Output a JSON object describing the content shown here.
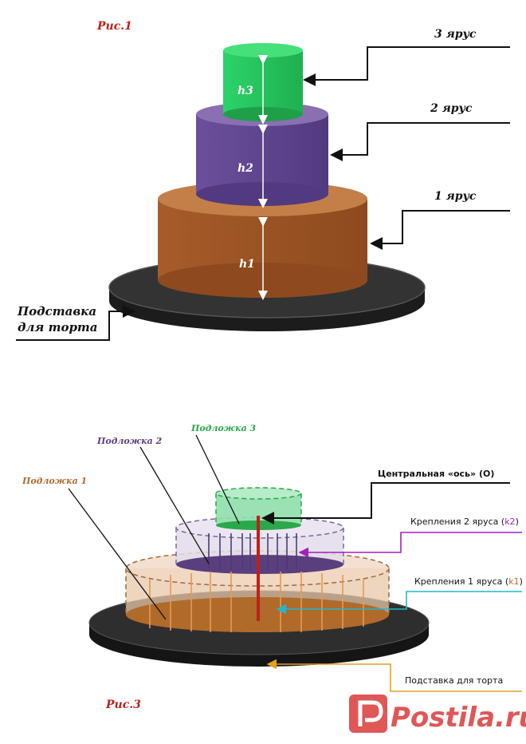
{
  "figure1": {
    "caption": "Рис.1",
    "tier3_label": "3 ярус",
    "tier2_label": "2 ярус",
    "tier1_label": "1 ярус",
    "h3": "h3",
    "h2": "h2",
    "h1": "h1",
    "stand_label_line1": "Подставка",
    "stand_label_line2": "для торта",
    "colors": {
      "tier3": "#2ecc5a",
      "tier2": "#6a4e9a",
      "tier1": "#a0582a",
      "stand": "#2b2b2b"
    }
  },
  "figure3": {
    "caption": "Рис.3",
    "board3_label": "Подложка 3",
    "board2_label": "Подложка 2",
    "board1_label": "Подложка 1",
    "axis_label": "Центральная «ось» (О)",
    "k2_label_text": "Крепления 2 яруса (",
    "k2_code": "k2",
    "k2_close": ")",
    "k1_label_text": "Крепления 1 яруса (",
    "k1_code": "k1",
    "k1_close": ")",
    "stand_label": "Подставка  для торта",
    "colors": {
      "board3": "#2aa84a",
      "board2": "#5a3f7e",
      "board1": "#b06a2a",
      "k2_line": "#a020c0",
      "k1_line": "#20b8c8",
      "stand_line": "#e0a020",
      "axis": "#c0201a"
    }
  },
  "watermark": {
    "text": "Postila.ru",
    "icon": "postila-logo-icon"
  }
}
